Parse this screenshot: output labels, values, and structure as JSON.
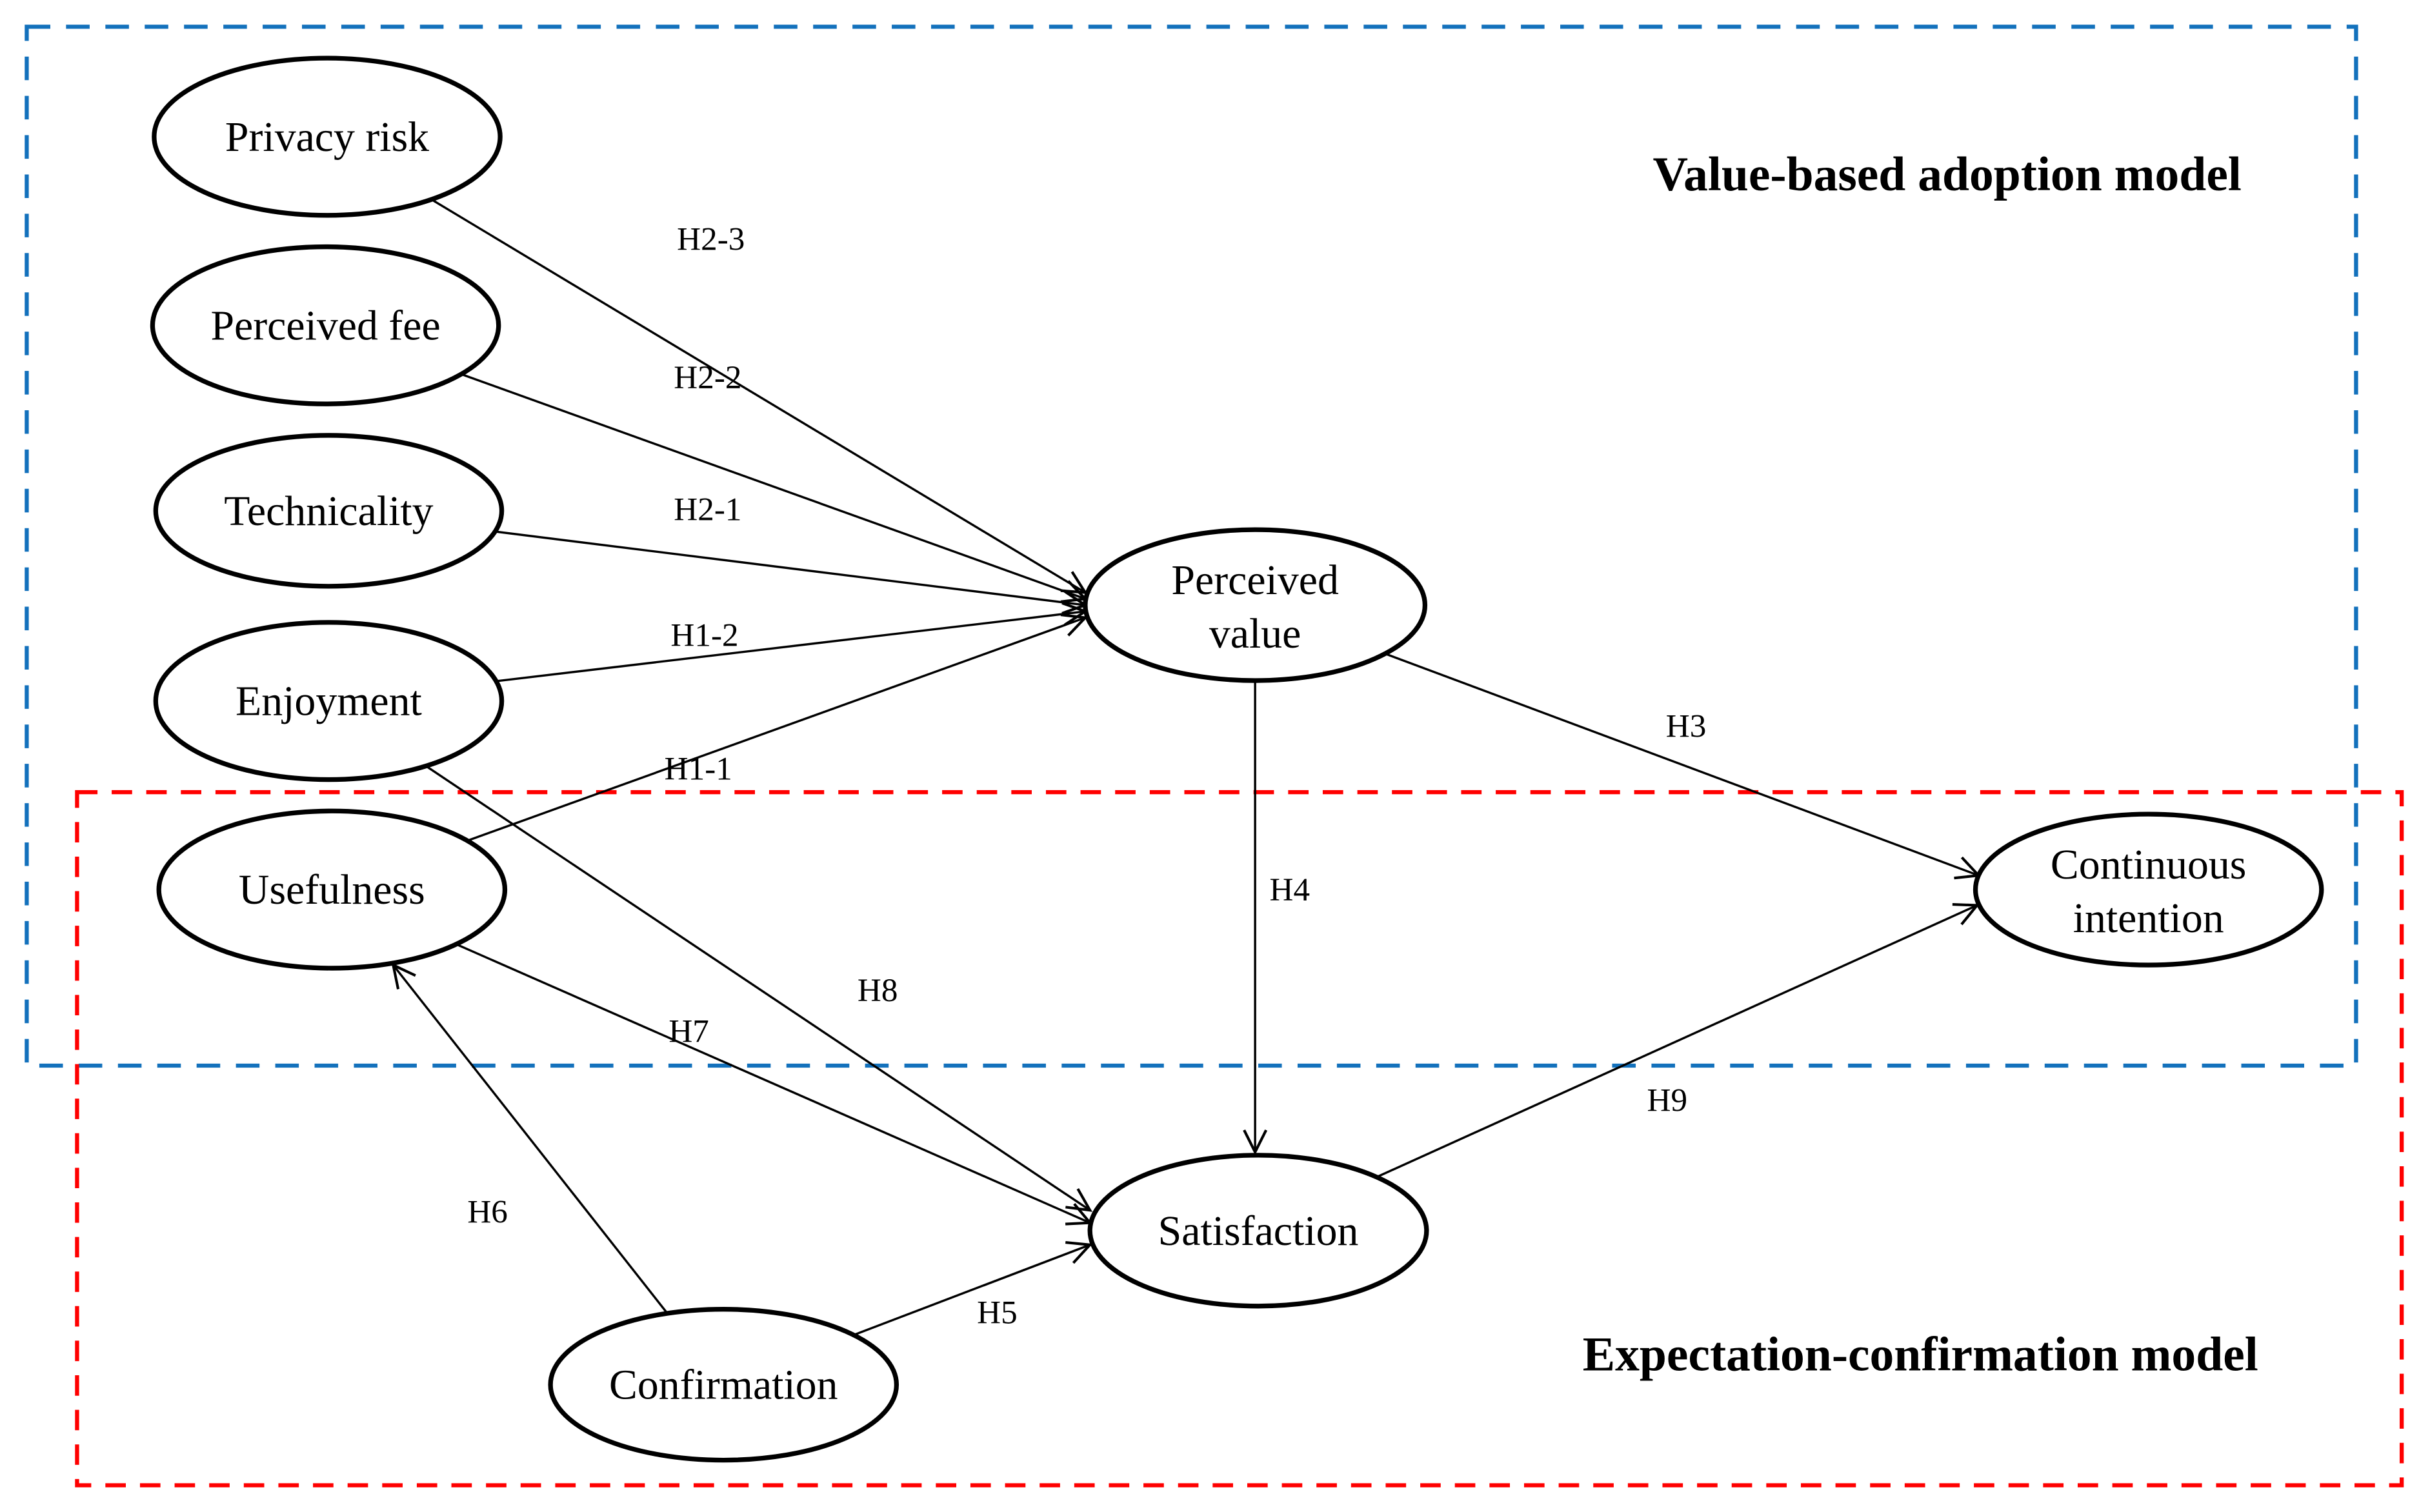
{
  "frames": {
    "value_based_adoption_model": {
      "label": "Value-based adoption model",
      "color": "#1371bc"
    },
    "expectation_confirmation_model": {
      "label": "Expectation-confirmation model",
      "color": "#ff0000"
    }
  },
  "nodes": {
    "privacy_risk": {
      "label": "Privacy risk"
    },
    "perceived_fee": {
      "label": "Perceived fee"
    },
    "technicality": {
      "label": "Technicality"
    },
    "enjoyment": {
      "label": "Enjoyment"
    },
    "usefulness": {
      "label": "Usefulness"
    },
    "confirmation": {
      "label": "Confirmation"
    },
    "perceived_value": {
      "line1": "Perceived",
      "line2": "value"
    },
    "satisfaction": {
      "label": "Satisfaction"
    },
    "continuous_intention": {
      "line1": "Continuous",
      "line2": "intention"
    }
  },
  "hypotheses": {
    "h2_3": {
      "label": "H2-3",
      "from": "Privacy risk",
      "to": "Perceived value"
    },
    "h2_2": {
      "label": "H2-2",
      "from": "Perceived fee",
      "to": "Perceived value"
    },
    "h2_1": {
      "label": "H2-1",
      "from": "Technicality",
      "to": "Perceived value"
    },
    "h1_2": {
      "label": "H1-2",
      "from": "Enjoyment",
      "to": "Perceived value"
    },
    "h1_1": {
      "label": "H1-1",
      "from": "Usefulness",
      "to": "Perceived value"
    },
    "h3": {
      "label": "H3",
      "from": "Perceived value",
      "to": "Continuous intention"
    },
    "h4": {
      "label": "H4",
      "from": "Perceived value",
      "to": "Satisfaction"
    },
    "h5": {
      "label": "H5",
      "from": "Confirmation",
      "to": "Satisfaction"
    },
    "h6": {
      "label": "H6",
      "from": "Confirmation",
      "to": "Usefulness"
    },
    "h7": {
      "label": "H7",
      "from": "Usefulness",
      "to": "Satisfaction"
    },
    "h8": {
      "label": "H8",
      "from": "Enjoyment",
      "to": "Satisfaction"
    },
    "h9": {
      "label": "H9",
      "from": "Satisfaction",
      "to": "Continuous intention"
    }
  },
  "colors": {
    "line": "#000000",
    "text": "#000000",
    "background": "#ffffff"
  }
}
